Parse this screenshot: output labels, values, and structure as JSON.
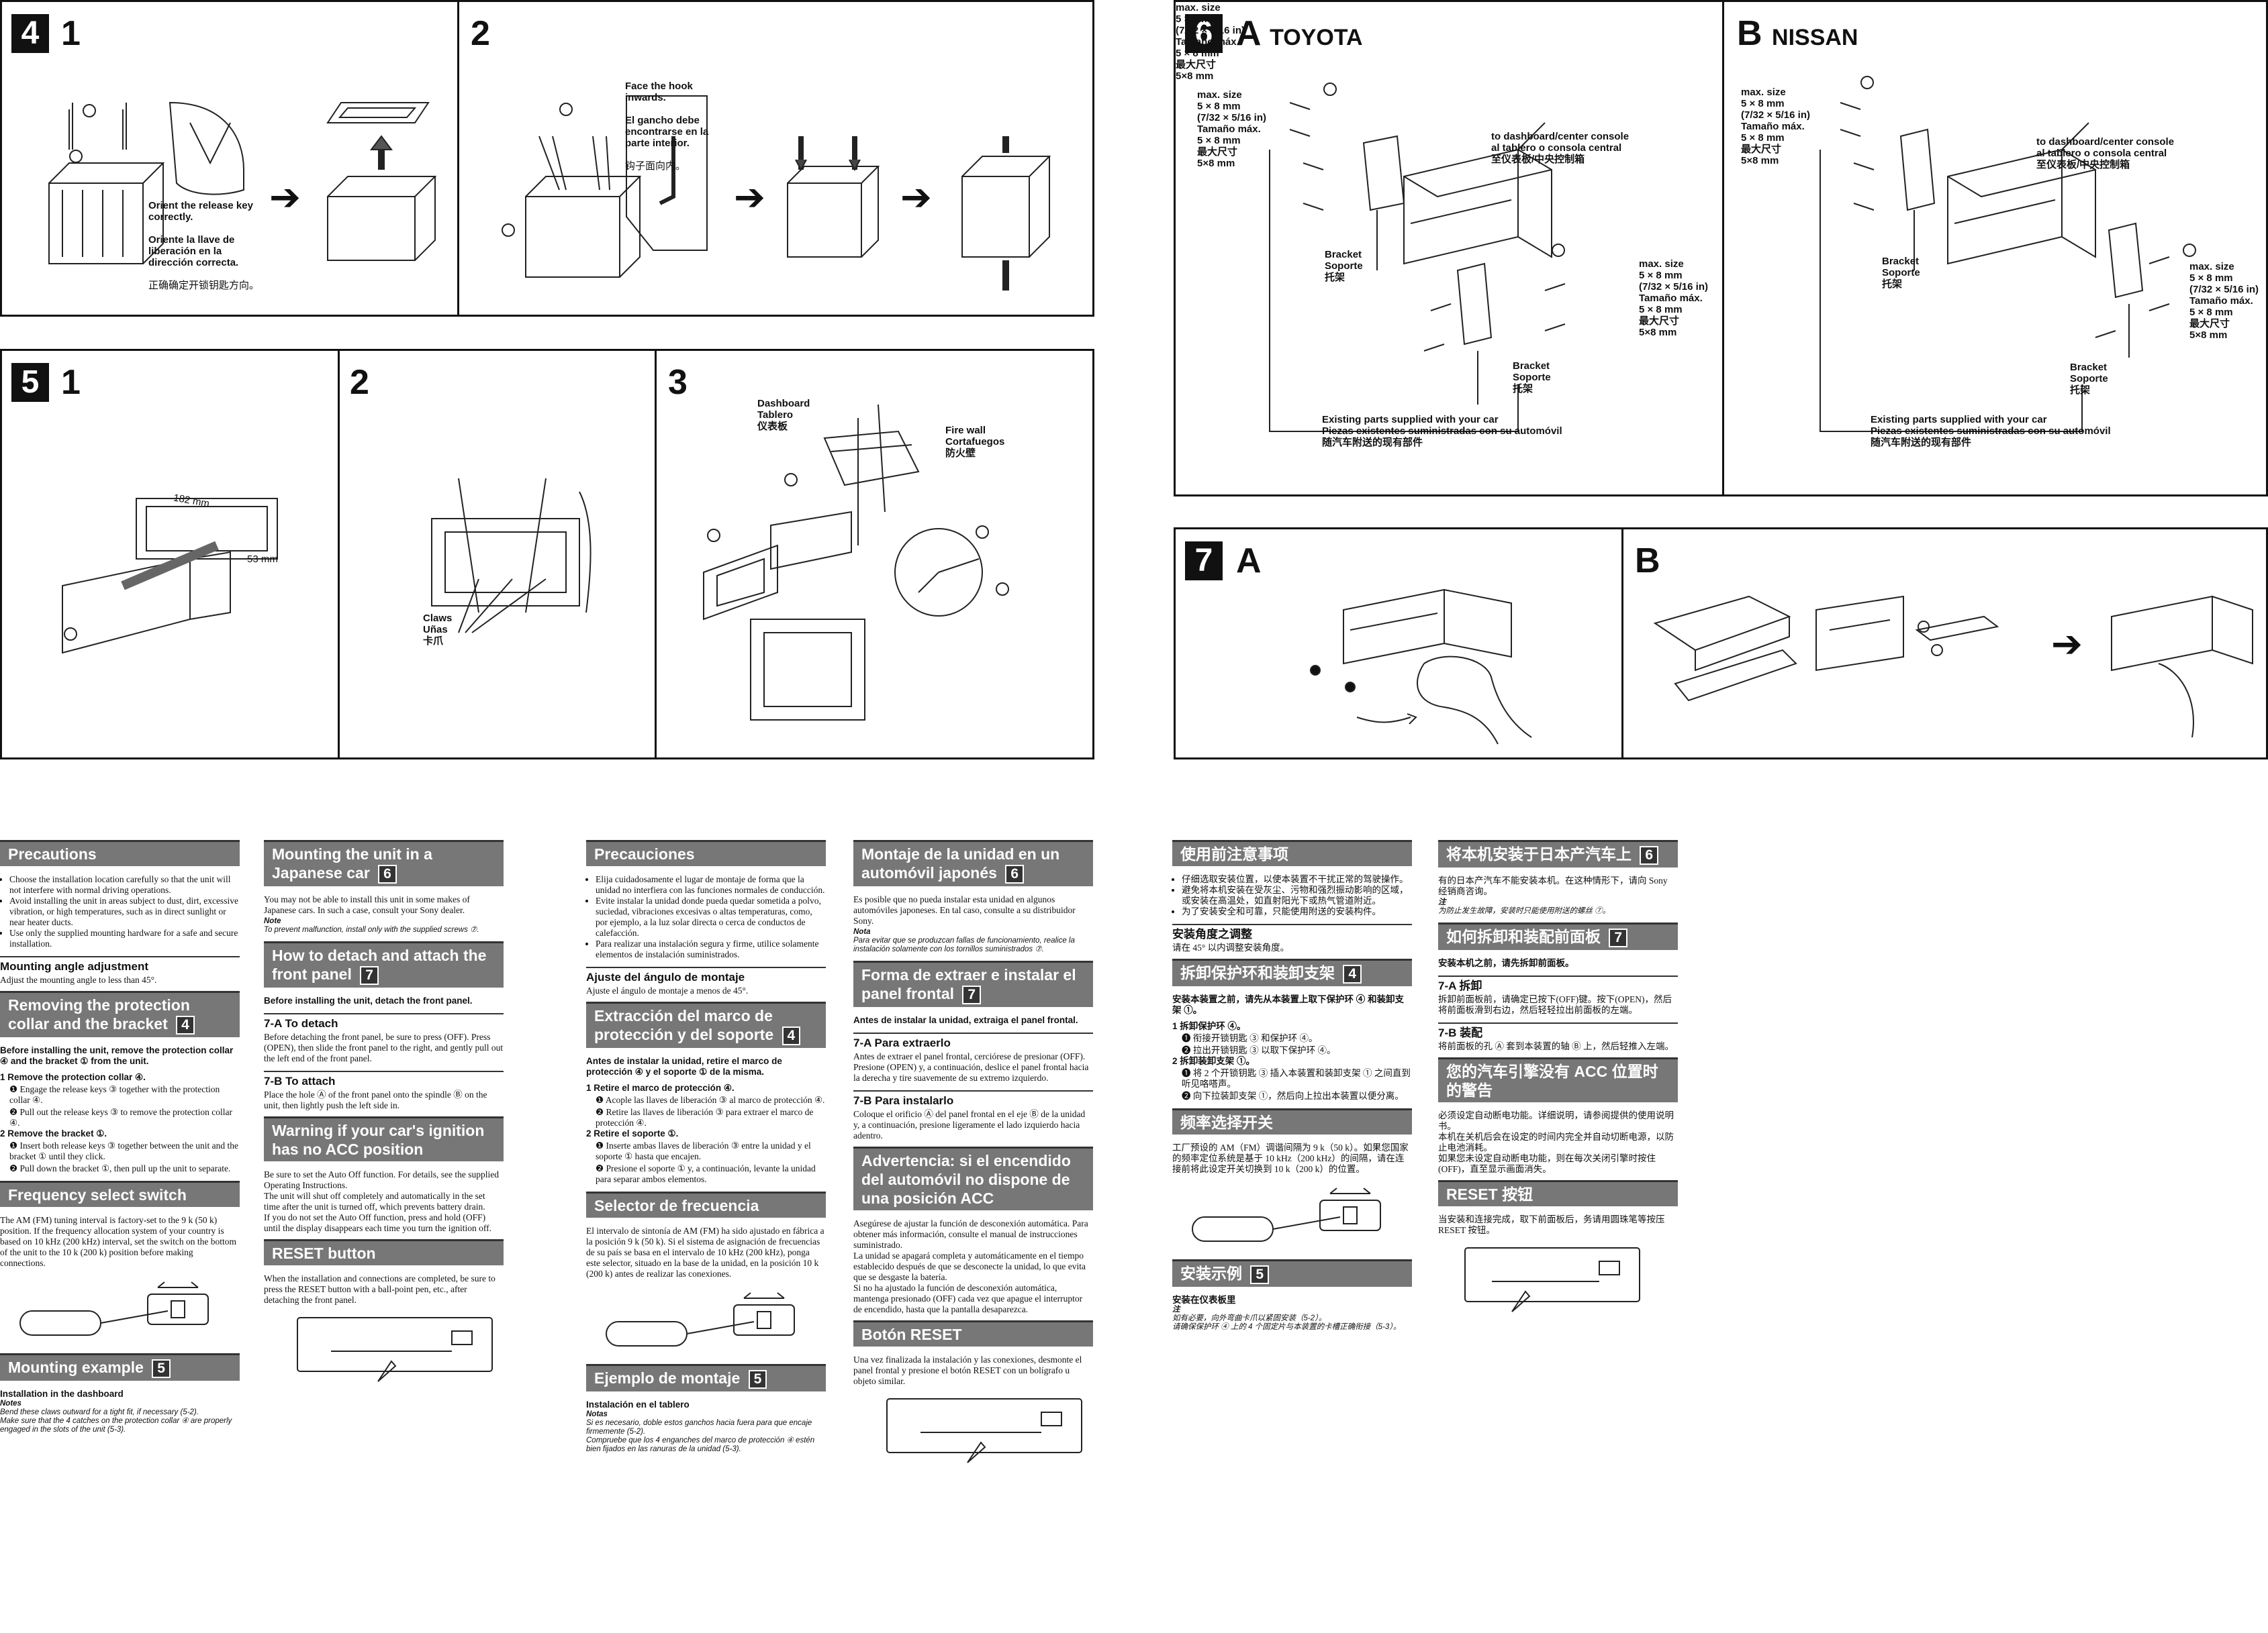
{
  "panel4": {
    "num": "4",
    "step1": "1",
    "step2": "2",
    "orient_en": "Orient the release key correctly.",
    "orient_es": "Oriente la llave de liberación en la dirección correcta.",
    "orient_zh": "正确确定开锁钥匙方向。",
    "hook_en": "Face the hook inwards.",
    "hook_es": "El gancho debe encontrarse en la parte interior.",
    "hook_zh": "钩子面向内。"
  },
  "panel5": {
    "num": "5",
    "step1": "1",
    "step2": "2",
    "step3": "3",
    "dim_w": "182 mm",
    "dim_h": "53 mm",
    "claws": "Claws\nUñas\n卡爪",
    "dashboard": "Dashboard\nTablero\n仪表板",
    "firewall": "Fire wall\nCortafuegos\n防火壁"
  },
  "panel6": {
    "num": "6",
    "a": "A",
    "toyota": "TOYOTA",
    "b": "B",
    "nissan": "NISSAN",
    "maxsize": "max. size\n5 × 8 mm\n(7/32 × 5/16 in)\nTamaño máx.\n5 × 8 mm\n最大尺寸\n5×8 mm",
    "console": "to dashboard/center console\nal tablero o consola central\n至仪表板/中央控制箱",
    "bracket": "Bracket\nSoporte\n托架",
    "existing": "Existing parts supplied with your car\nPiezas existentes suministradas con su automóvil\n随汽车附送的现有部件"
  },
  "panel7": {
    "num": "7",
    "a": "A",
    "b": "B"
  },
  "col1": {
    "precautions": "Precautions",
    "prec_items": [
      "Choose the installation location carefully so that the unit will not interfere with normal driving operations.",
      "Avoid installing the unit in areas subject to dust, dirt, excessive vibration, or high temperatures, such as in direct sunlight or near heater ducts.",
      "Use only the supplied mounting hardware for a safe and secure installation."
    ],
    "angle_title": "Mounting angle adjustment",
    "angle_text": "Adjust the mounting angle to less than 45°.",
    "remove_title": "Removing the protection collar and the bracket",
    "remove_num": "4",
    "remove_intro": "Before installing the unit, remove the protection collar ④ and the bracket ① from the unit.",
    "r1": "1  Remove the protection collar ④.",
    "r1a": "❶ Engage the release keys ③ together with the protection collar ④.",
    "r1b": "❷ Pull out the release keys ③ to remove the protection collar ④.",
    "r2": "2  Remove the bracket ①.",
    "r2a": "❶ Insert both release keys ③ together between the unit and the bracket ① until they click.",
    "r2b": "❷ Pull down the bracket ①, then pull up the unit to separate.",
    "freq_title": "Frequency select switch",
    "freq_text": "The AM (FM) tuning interval is factory-set to the 9 k (50 k) position. If the frequency allocation system of your country is based on 10 kHz (200 kHz) interval, set the switch on the bottom of the unit to the 10 k (200 k) position before making connections.",
    "mount_title": "Mounting example",
    "mount_num": "5",
    "install_dash": "Installation in the dashboard",
    "notes": "Notes",
    "note1": "Bend these claws outward for a tight fit, if necessary (5-2).",
    "note2": "Make sure that the 4 catches on the protection collar ④ are properly engaged in the slots of the unit (5-3)."
  },
  "col2": {
    "jp_title": "Mounting the unit in a Japanese car",
    "jp_num": "6",
    "jp_text": "You may not be able to install this unit in some makes of Japanese cars. In such a case, consult your Sony dealer.",
    "note": "Note",
    "jp_note": "To prevent malfunction, install only with the supplied screws ⑦.",
    "detach_title": "How to detach and attach the front panel",
    "detach_num": "7",
    "detach_intro": "Before installing the unit, detach the front panel.",
    "a_title": "7-A To detach",
    "a_text": "Before detaching the front panel, be sure to press (OFF). Press (OPEN), then slide the front panel to the right, and gently pull out the left end of the front panel.",
    "b_title": "7-B To attach",
    "b_text": "Place the hole Ⓐ of the front panel onto the spindle Ⓑ on the unit, then lightly push the left side in.",
    "warn_title": "Warning if your car's ignition has no ACC position",
    "warn_text": "Be sure to set the Auto Off function. For details, see the supplied Operating Instructions.\nThe unit will shut off completely and automatically in the set time after the unit is turned off, which prevents battery drain.\nIf you do not set the Auto Off function, press and hold (OFF) until the display disappears each time you turn the ignition off.",
    "reset_title": "RESET button",
    "reset_text": "When the installation and connections are completed, be sure to press the RESET button with a ball-point pen, etc., after detaching the front panel."
  },
  "col3": {
    "prec_title": "Precauciones",
    "prec_items": [
      "Elija cuidadosamente el lugar de montaje de forma que la unidad no interfiera con las funciones normales de conducción.",
      "Evite instalar la unidad donde pueda quedar sometida a polvo, suciedad, vibraciones excesivas o altas temperaturas, como, por ejemplo, a la luz solar directa o cerca de conductos de calefacción.",
      "Para realizar una instalación segura y firme, utilice solamente elementos de instalación suministrados."
    ],
    "angle_title": "Ajuste del ángulo de montaje",
    "angle_text": "Ajuste el ángulo de montaje a menos de 45°.",
    "remove_title": "Extracción del marco de protección y del soporte",
    "remove_num": "4",
    "remove_intro": "Antes de instalar la unidad, retire el marco de protección ④ y el soporte ① de la misma.",
    "r1": "1  Retire el marco de protección ④.",
    "r1a": "❶ Acople las llaves de liberación ③ al marco de protección ④.",
    "r1b": "❷ Retire las llaves de liberación ③ para extraer el marco de protección ④.",
    "r2": "2  Retire el soporte ①.",
    "r2a": "❶ Inserte ambas llaves de liberación ③ entre la unidad y el soporte ① hasta que encajen.",
    "r2b": "❷ Presione el soporte ① y, a continuación, levante la unidad para separar ambos elementos.",
    "freq_title": "Selector de frecuencia",
    "freq_text": "El intervalo de sintonía de AM (FM) ha sido ajustado en fábrica a la posición 9 k (50 k). Si el sistema de asignación de frecuencias de su país se basa en el intervalo de 10 kHz (200 kHz), ponga este selector, situado en la base de la unidad, en la posición 10 k (200 k) antes de realizar las conexiones.",
    "mount_title": "Ejemplo de montaje",
    "mount_num": "5",
    "install_dash": "Instalación en el tablero",
    "notes": "Notas",
    "note1": "Si es necesario, doble estos ganchos hacia fuera para que encaje firmemente (5-2).",
    "note2": "Compruebe que los 4 enganches del marco de protección ④ estén bien fijados en las ranuras de la unidad (5-3)."
  },
  "col4": {
    "jp_title": "Montaje de la unidad en un automóvil japonés",
    "jp_num": "6",
    "jp_text": "Es posible que no pueda instalar esta unidad en algunos automóviles japoneses. En tal caso, consulte a su distribuidor Sony.",
    "note": "Nota",
    "jp_note": "Para evitar que se produzcan fallas de funcionamiento, realice la instalación solamente con los tornillos suministrados ⑦.",
    "detach_title": "Forma de extraer e instalar el panel frontal",
    "detach_num": "7",
    "detach_intro": "Antes de instalar la unidad, extraiga el panel frontal.",
    "a_title": "7-A Para extraerlo",
    "a_text": "Antes de extraer el panel frontal, cerciórese de presionar (OFF). Presione (OPEN) y, a continuación, deslice el panel frontal hacia la derecha y tire suavemente de su extremo izquierdo.",
    "b_title": "7-B Para instalarlo",
    "b_text": "Coloque el orificio Ⓐ del panel frontal en el eje Ⓑ de la unidad y, a continuación, presione ligeramente el lado izquierdo hacia adentro.",
    "warn_title": "Advertencia: si el encendido del automóvil no dispone de una posición ACC",
    "warn_text": "Asegúrese de ajustar la función de desconexión automática. Para obtener más información, consulte el manual de instrucciones suministrado.\nLa unidad se apagará completa y automáticamente en el tiempo establecido después de que se desconecte la unidad, lo que evita que se desgaste la batería.\nSi no ha ajustado la función de desconexión automática, mantenga presionado (OFF) cada vez que apague el interruptor de encendido, hasta que la pantalla desaparezca.",
    "reset_title": "Botón RESET",
    "reset_text": "Una vez finalizada la instalación y las conexiones, desmonte el panel frontal y presione el botón RESET con un bolígrafo u objeto similar."
  },
  "col5": {
    "prec_title": "使用前注意事项",
    "prec_items": [
      "仔细选取安装位置，以使本装置不干扰正常的驾驶操作。",
      "避免将本机安装在受灰尘、污物和强烈振动影响的区域，或安装在高温处，如直射阳光下或热气管道附近。",
      "为了安装安全和可靠，只能使用附送的安装构件。"
    ],
    "angle_title": "安装角度之调整",
    "angle_text": "请在 45° 以内调整安装角度。",
    "remove_title": "拆卸保护环和装卸支架",
    "remove_num": "4",
    "remove_intro": "安装本装置之前，请先从本装置上取下保护环 ④ 和装卸支架 ①。",
    "r1": "1  拆卸保护环 ④。",
    "r1a": "❶ 衔接开锁钥匙 ③ 和保护环 ④。",
    "r1b": "❷ 拉出开锁钥匙 ③ 以取下保护环 ④。",
    "r2": "2  拆卸装卸支架 ①。",
    "r2a": "❶ 将 2 个开锁钥匙 ③ 插入本装置和装卸支架 ① 之间直到听见咯嗒声。",
    "r2b": "❷ 向下拉装卸支架 ①，然后向上拉出本装置以便分离。",
    "freq_title": "频率选择开关",
    "freq_text": "工厂预设的 AM（FM）调谐间隔为 9 k（50 k）。如果您国家的频率定位系统是基于 10 kHz（200 kHz）的间隔，请在连接前将此设定开关切换到 10 k（200 k）的位置。",
    "mount_title": "安装示例",
    "mount_num": "5",
    "install_dash": "安装在仪表板里",
    "notes": "注",
    "note1": "如有必要，向外弯曲卡爪以紧固安装（5-2）。",
    "note2": "请确保保护环 ④ 上的 4 个固定片与本装置的卡槽正确衔接（5-3）。"
  },
  "col6": {
    "jp_title": "将本机安装于日本产汽车上",
    "jp_num": "6",
    "jp_text": "有的日本产汽车不能安装本机。在这种情形下，请向 Sony 经销商咨询。",
    "note": "注",
    "jp_note": "为防止发生故障，安装时只能使用附送的螺丝 ⑦。",
    "detach_title": "如何拆卸和装配前面板",
    "detach_num": "7",
    "detach_intro": "安装本机之前，请先拆卸前面板。",
    "a_title": "7-A 拆卸",
    "a_text": "拆卸前面板前，请确定已按下(OFF)键。按下(OPEN)，然后将前面板滑到右边，然后轻轻拉出前面板的左端。",
    "b_title": "7-B 装配",
    "b_text": "将前面板的孔 Ⓐ 套到本装置的轴 Ⓑ 上，然后轻推入左端。",
    "warn_title": "您的汽车引擎没有 ACC 位置时的警告",
    "warn_text": "必须设定自动断电功能。详细说明，请参阅提供的使用说明书。\n本机在关机后会在设定的时间内完全并自动切断电源，以防止电池消耗。\n如果您未设定自动断电功能，则在每次关闭引擎时按住 (OFF)，直至显示画面消失。",
    "reset_title": "RESET 按钮",
    "reset_text": "当安装和连接完成，取下前面板后，务请用圆珠笔等按压 RESET 按钮。"
  }
}
